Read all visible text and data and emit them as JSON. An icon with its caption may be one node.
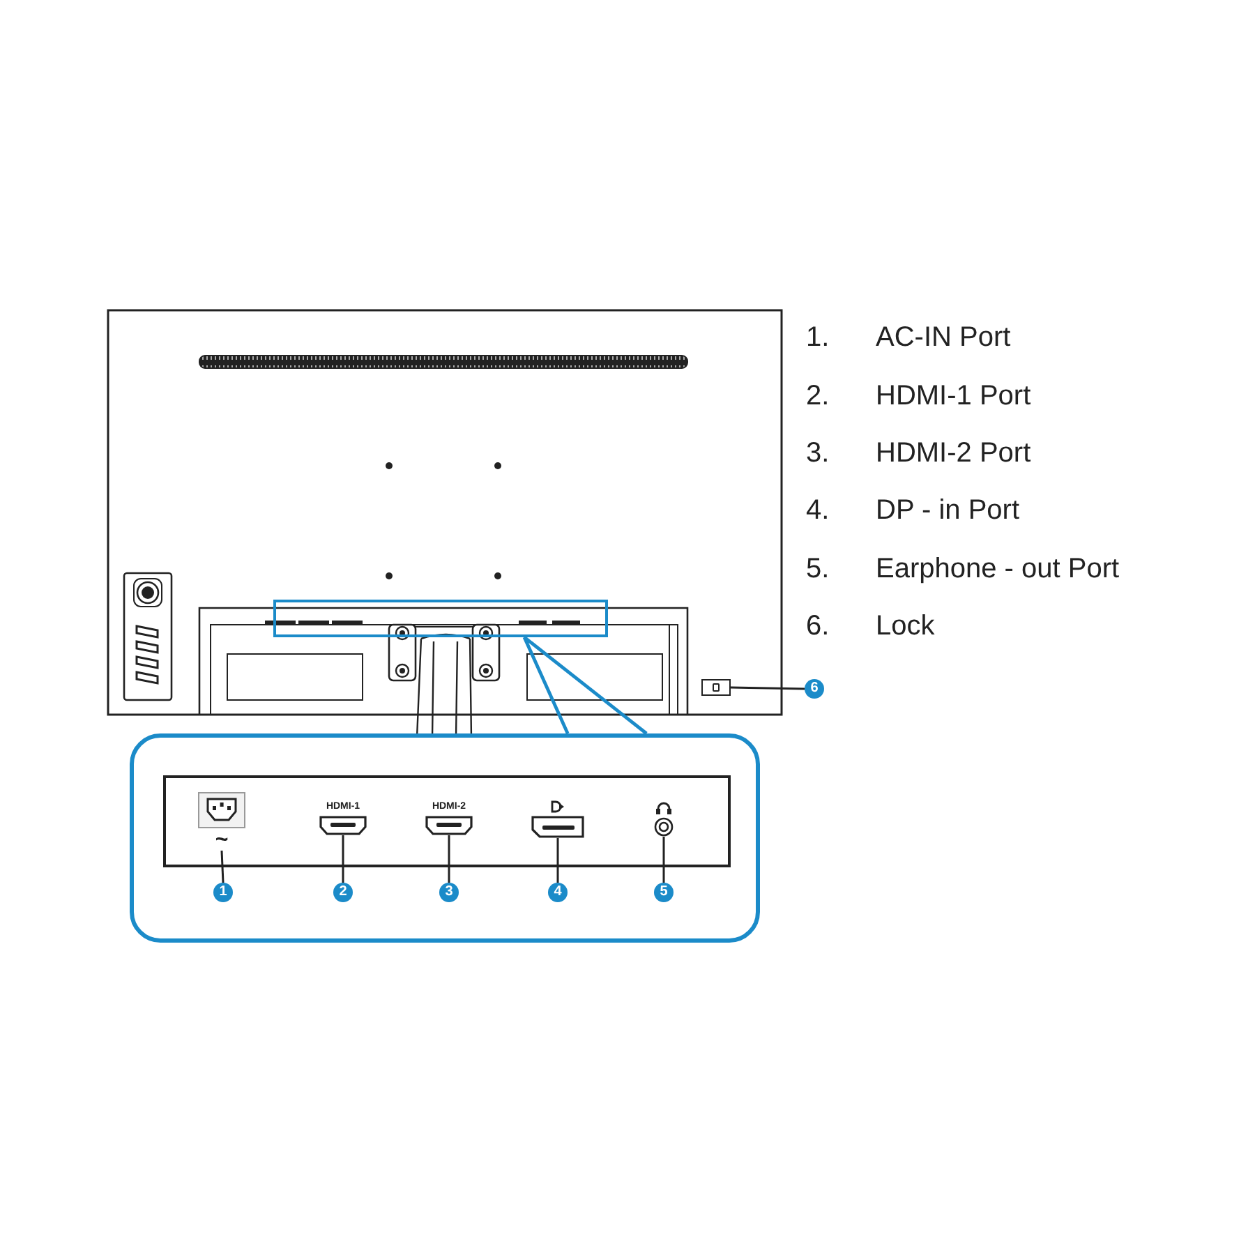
{
  "diagram": {
    "nodes": [
      {
        "text": [],
        "shape": "box"
      },
      {
        "text": [],
        "shape": "box"
      },
      {
        "text": [
          "6"
        ]
      },
      {
        "text": [],
        "shape": "box"
      },
      {
        "text": [],
        "shape": "box",
        "in": 3
      },
      {
        "text": [],
        "shape": "picture",
        "in": 4,
        "beside": [
          "~"
        ]
      },
      {
        "text": [],
        "shape": "picture",
        "in": 4,
        "beside": [
          "HDMI-1"
        ]
      },
      {
        "text": [],
        "shape": "picture",
        "in": 4,
        "beside": [
          "HDMI-2"
        ]
      },
      {
        "text": [],
        "shape": "picture",
        "in": 4
      },
      {
        "text": [],
        "shape": "picture",
        "in": 4
      },
      {
        "text": [
          "1"
        ],
        "in": 3
      },
      {
        "text": [
          "2"
        ],
        "in": 3
      },
      {
        "text": [
          "3"
        ],
        "in": 3
      },
      {
        "text": [
          "4"
        ],
        "in": 3
      },
      {
        "text": [
          "5"
        ],
        "in": 3
      }
    ],
    "edges": [
      {
        "from": 0,
        "to": 3,
        "arrow": "none",
        "color": "#1b8bc9"
      },
      {
        "from": 0,
        "to": 3,
        "arrow": "none",
        "color": "#1b8bc9"
      },
      {
        "from": 2,
        "to": 1,
        "arrow": "none"
      },
      {
        "from": 10,
        "to": 5,
        "arrow": "none"
      },
      {
        "from": 11,
        "to": 6,
        "arrow": "none"
      },
      {
        "from": 12,
        "to": 7,
        "arrow": "none"
      },
      {
        "from": 13,
        "to": 8,
        "arrow": "none"
      },
      {
        "from": 14,
        "to": 9,
        "arrow": "none"
      }
    ],
    "labels": [
      "1.",
      "AC-IN Port",
      "2.",
      "HDMI-1 Port",
      "3.",
      "HDMI-2 Port",
      "4.",
      "DP - in Port",
      "5.",
      "Earphone - out Port",
      "6.",
      "Lock"
    ]
  }
}
